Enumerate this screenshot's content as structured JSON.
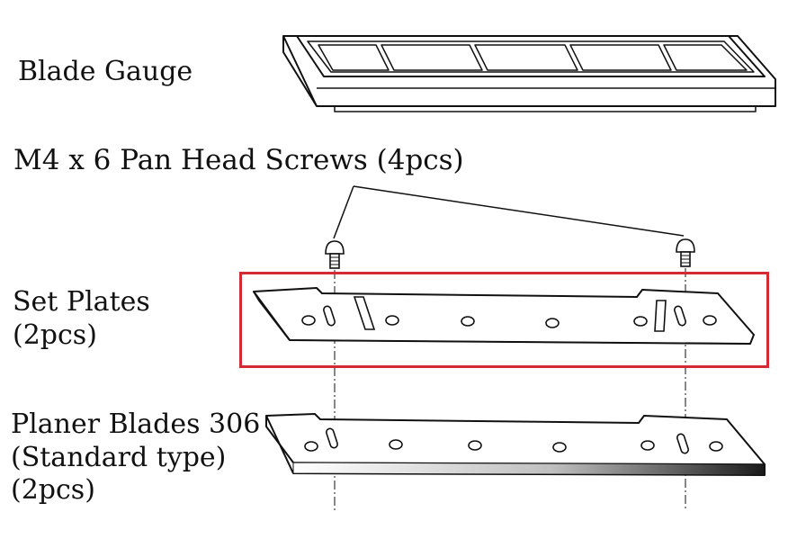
{
  "labels": {
    "blade_gauge": "Blade Gauge",
    "screws": "M4 x 6 Pan Head Screws (4pcs)",
    "set_plates_line1": "Set Plates",
    "set_plates_line2": "(2pcs)",
    "planer_blades_line1": "Planer Blades 306",
    "planer_blades_line2": "(Standard type)",
    "planer_blades_line3": "(2pcs)"
  },
  "colors": {
    "ink": "#111111",
    "highlight": "#d42a34"
  }
}
